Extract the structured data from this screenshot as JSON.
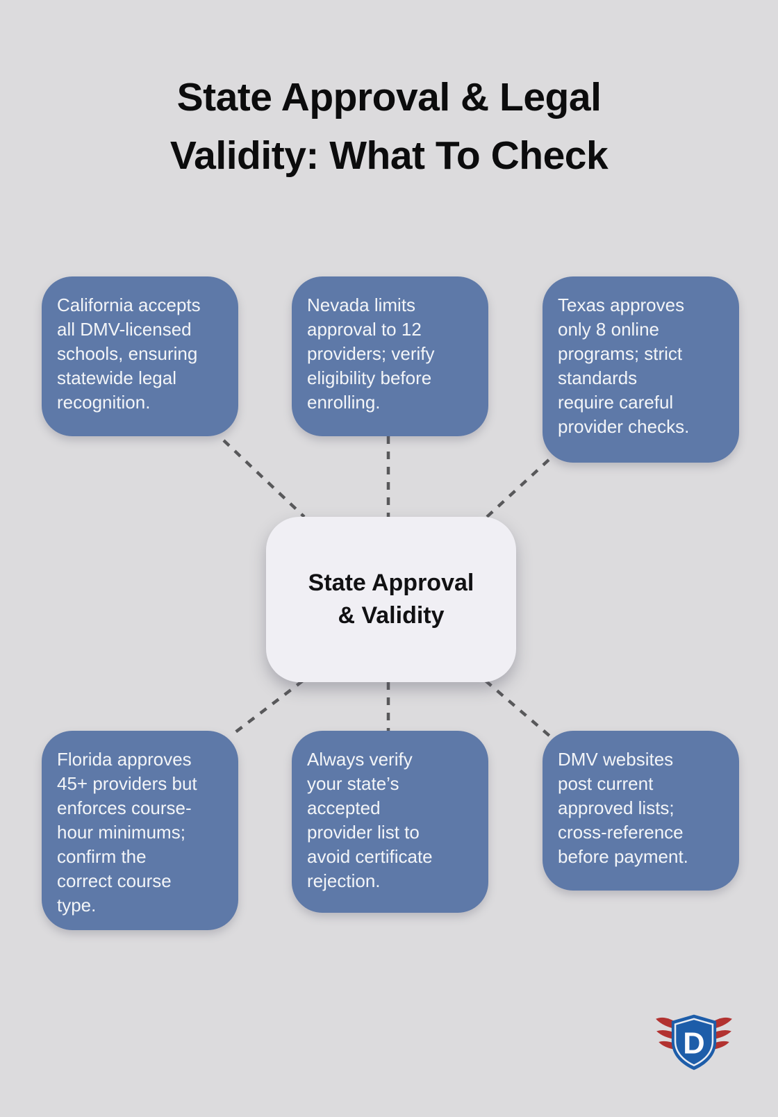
{
  "page": {
    "title_lines": [
      "State Approval & Legal",
      "Validity: What To Check"
    ]
  },
  "center_node": {
    "lines": [
      "State Approval",
      "& Validity"
    ]
  },
  "boxes": [
    {
      "id": "california",
      "text": "California accepts\nall DMV-licensed\nschools, ensuring\nstatewide legal\nrecognition."
    },
    {
      "id": "nevada",
      "text": "Nevada limits\napproval to 12\nproviders; verify\neligibility before\nenrolling."
    },
    {
      "id": "texas",
      "text": "Texas approves\nonly 8 online\nprograms; strict\nstandards\nrequire careful\nprovider checks."
    },
    {
      "id": "florida",
      "text": "Florida approves\n45+ providers but\nenforces course-\nhour minimums;\nconfirm the\ncorrect course\ntype."
    },
    {
      "id": "verify-list",
      "text": "Always verify\nyour state’s\naccepted\nprovider list to\navoid certificate\nrejection."
    },
    {
      "id": "dmv-websites",
      "text": "DMV websites\npost current\napproved lists;\ncross-reference\nbefore payment."
    }
  ],
  "logo": {
    "letter": "D",
    "shield_color": "#1d5da9",
    "wing_color": "#b23230"
  },
  "colors": {
    "background": "#dcdbdd",
    "info_box": "#5e79a8",
    "info_box_text": "#f3f5f8",
    "center_node_bg": "#f0eff4",
    "title_text": "#0c0c0d",
    "connector": "#58585a"
  }
}
